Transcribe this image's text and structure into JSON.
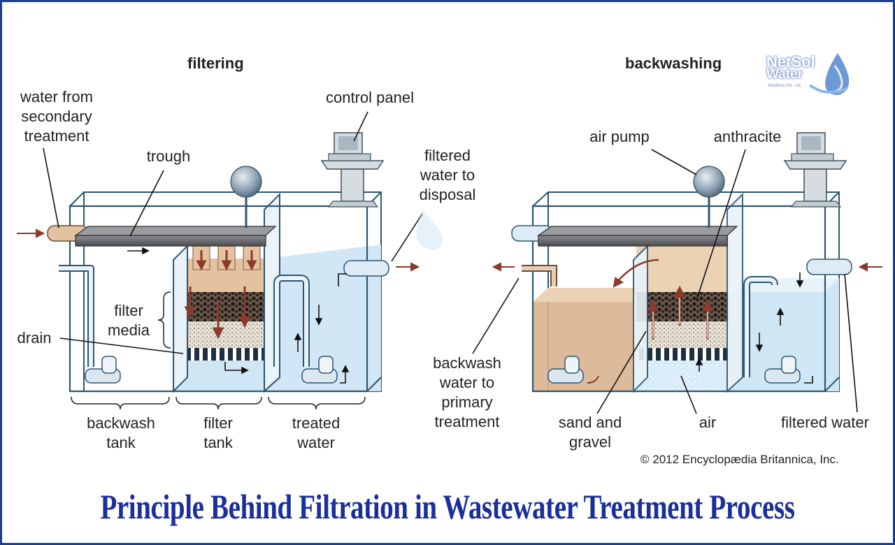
{
  "headings": {
    "filtering": "filtering",
    "backwashing": "backwashing"
  },
  "labels": {
    "water_from_secondary": "water from\nsecondary\ntreatment",
    "trough": "trough",
    "control_panel": "control panel",
    "filtered_water_to_disposal": "filtered\nwater to\ndisposal",
    "filter_media": "filter\nmedia",
    "drain": "drain",
    "backwash_tank": "backwash\ntank",
    "filter_tank": "filter\ntank",
    "treated_water": "treated\nwater",
    "air_pump": "air pump",
    "anthracite": "anthracite",
    "backwash_water_to_primary": "backwash\nwater to\nprimary\ntreatment",
    "sand_and_gravel": "sand and\ngravel",
    "air": "air",
    "filtered_water": "filtered water"
  },
  "copyright": "© 2012 Encyclopædia Britannica, Inc.",
  "title": "Principle Behind Filtration in Wastewater Treatment Process",
  "logo": {
    "line1": "NetSol",
    "line2": "Water",
    "line3": "Solutions Pvt. Ltd."
  },
  "colors": {
    "border": "#1b3f8f",
    "title": "#1a2f9c",
    "water": "#cfe6f5",
    "sand_tan": "#d9b48f",
    "arrow": "#8b3a2b",
    "pipe": "#dcebf5",
    "tank_outline": "#1f4b6e"
  }
}
